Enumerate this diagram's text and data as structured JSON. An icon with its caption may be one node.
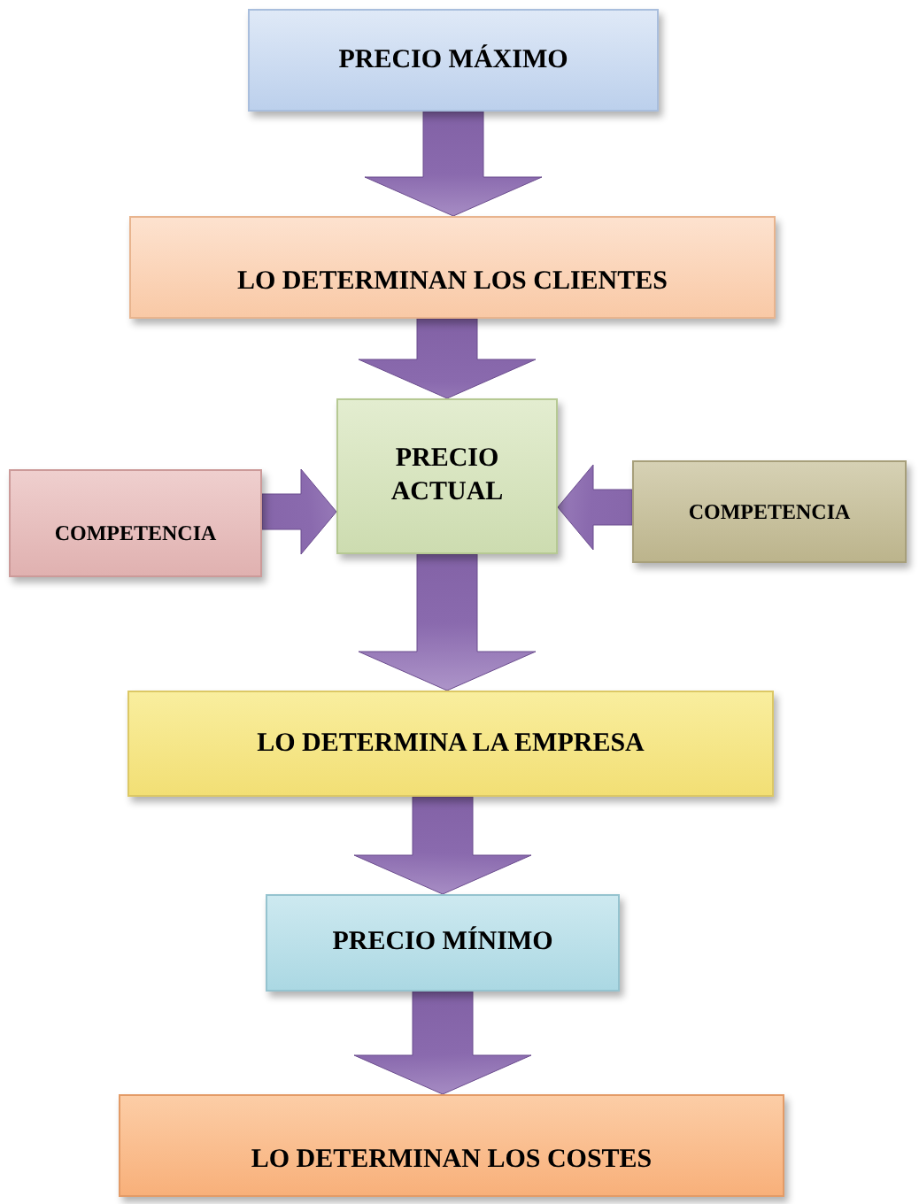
{
  "diagram": {
    "nodes": [
      {
        "text": [
          "PRECIO MÁXIMO"
        ]
      },
      {
        "text": [
          "LO DETERMINAN LOS CLIENTES"
        ]
      },
      {
        "text": [
          "PRECIO ACTUAL"
        ]
      },
      {
        "text": [
          "COMPETENCIA"
        ]
      },
      {
        "text": [
          "COMPETENCIA"
        ]
      },
      {
        "text": [
          "LO DETERMINA LA EMPRESA"
        ]
      },
      {
        "text": [
          "PRECIO MÍNIMO"
        ]
      },
      {
        "text": [
          "LO DETERMINAN LOS COSTES"
        ]
      }
    ],
    "edges": [
      {
        "from": 0,
        "to": 1,
        "arrow": "to"
      },
      {
        "from": 1,
        "to": 2,
        "arrow": "to"
      },
      {
        "from": 3,
        "to": 2,
        "arrow": "to"
      },
      {
        "from": 4,
        "to": 2,
        "arrow": "to"
      },
      {
        "from": 2,
        "to": 5,
        "arrow": "to"
      },
      {
        "from": 5,
        "to": 6,
        "arrow": "to"
      },
      {
        "from": 6,
        "to": 7,
        "arrow": "to"
      }
    ]
  }
}
